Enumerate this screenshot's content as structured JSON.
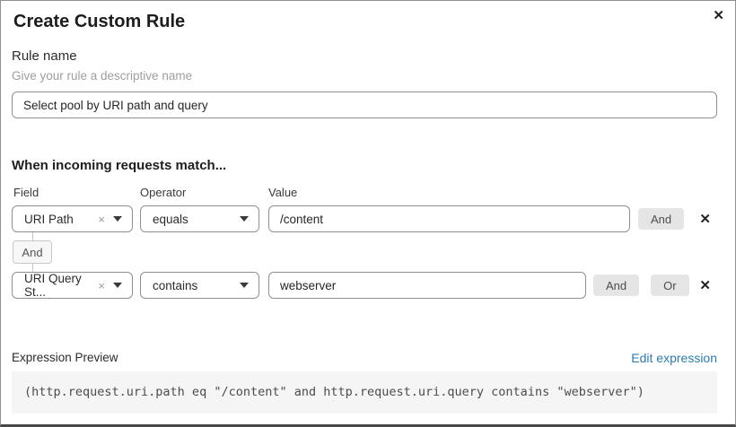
{
  "dialog": {
    "title": "Create Custom Rule"
  },
  "icons": {
    "close": "✕",
    "clear": "×",
    "delete": "✕"
  },
  "rule_name": {
    "label": "Rule name",
    "help": "Give your rule a descriptive name",
    "value": "Select pool by URI path and query"
  },
  "matcher": {
    "heading": "When incoming requests match...",
    "columns": {
      "field": "Field",
      "operator": "Operator",
      "value": "Value"
    },
    "connector_label": "And",
    "rows": [
      {
        "field": "URI Path",
        "operator": "equals",
        "value": "/content",
        "and_label": "And"
      },
      {
        "field": "URI Query St...",
        "operator": "contains",
        "value": "webserver",
        "and_label": "And",
        "or_label": "Or"
      }
    ]
  },
  "expression_preview": {
    "label": "Expression Preview",
    "edit_link": "Edit expression",
    "expression": "(http.request.uri.path eq \"/content\" and http.request.uri.query contains \"webserver\")"
  },
  "colors": {
    "link_blue": "#2c7cb0",
    "button_gray": "#e5e5e5",
    "code_bg": "#f5f5f5",
    "border_gray": "#8f8f8f"
  }
}
